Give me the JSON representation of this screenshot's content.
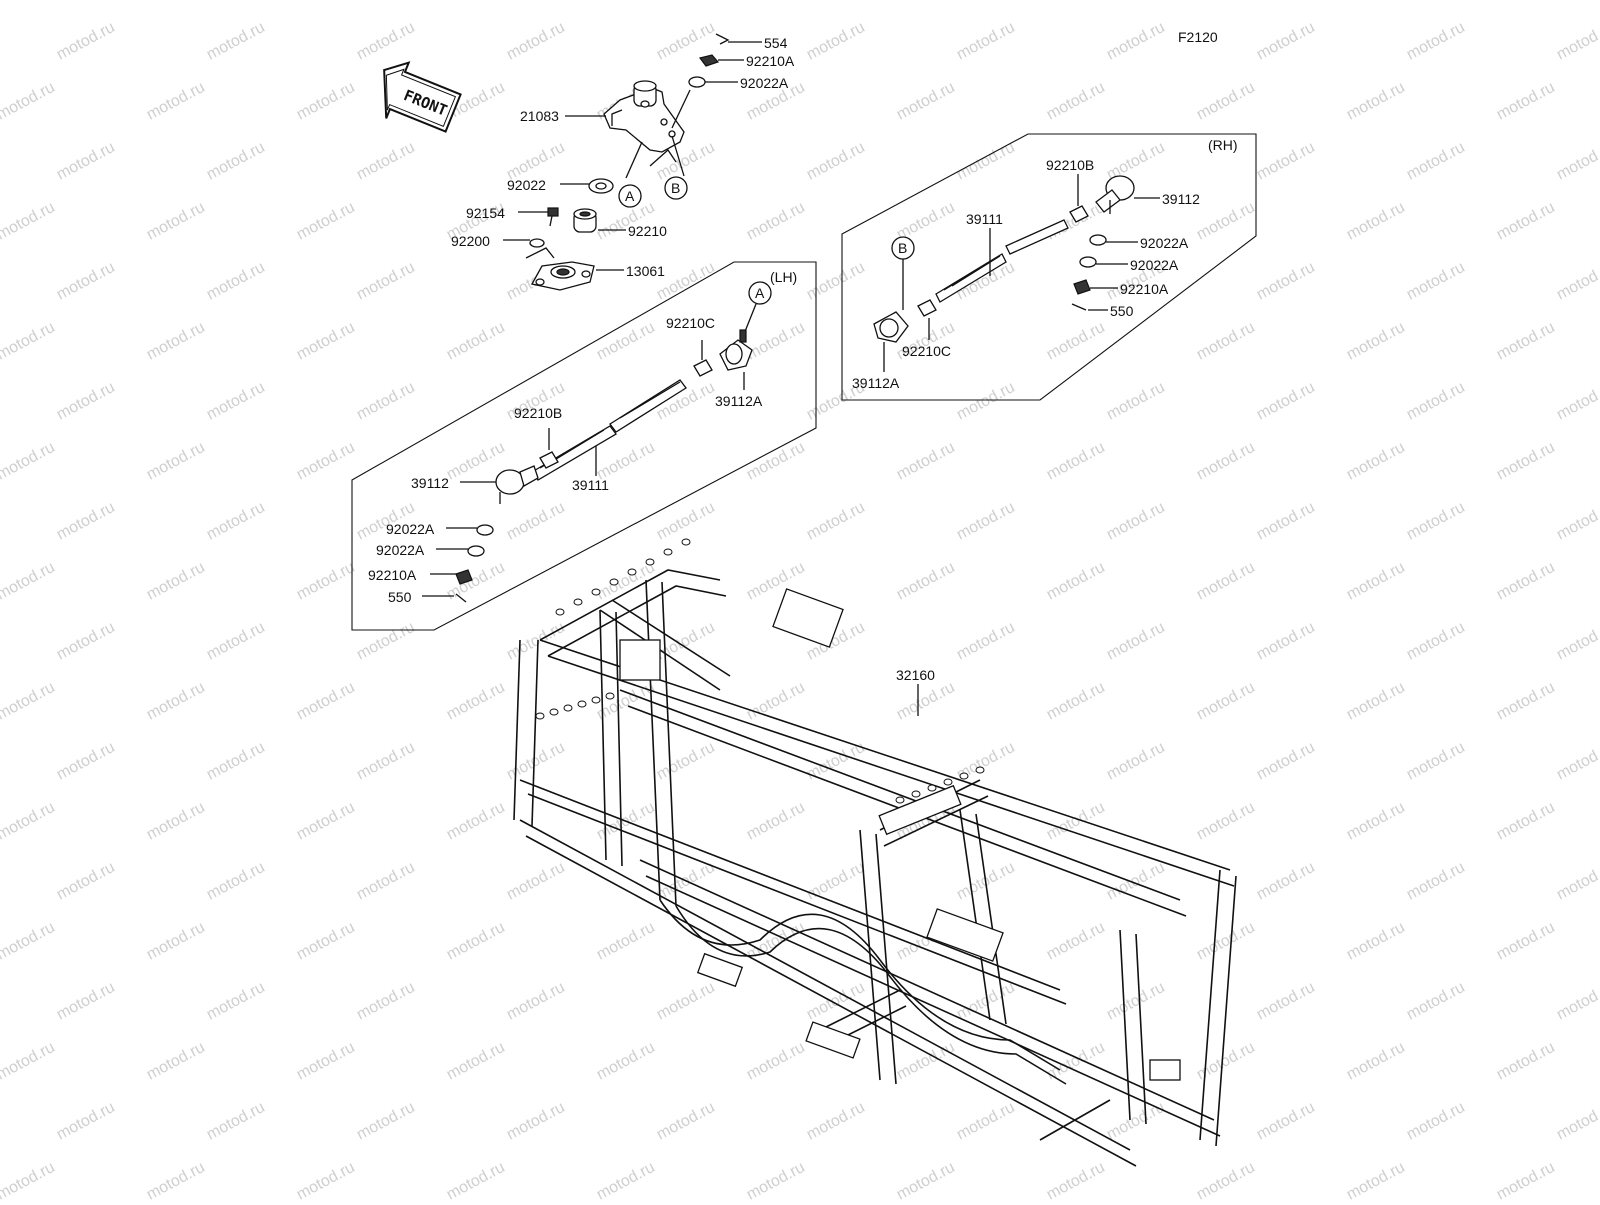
{
  "diagram_id": "F2120",
  "front_label": "FRONT",
  "watermark_text": "motod.ru",
  "panel_lh": "(LH)",
  "panel_rh": "(RH)",
  "ref_a": "A",
  "ref_b": "B",
  "parts": {
    "p554": "554",
    "p92210A_top": "92210A",
    "p92022A_top": "92022A",
    "p21083": "21083",
    "p92022": "92022",
    "p92154": "92154",
    "p92210": "92210",
    "p92200": "92200",
    "p13061": "13061",
    "lh_92210C": "92210C",
    "lh_39112A": "39112A",
    "lh_92210B": "92210B",
    "lh_39111": "39111",
    "lh_39112": "39112",
    "lh_92022A_1": "92022A",
    "lh_92022A_2": "92022A",
    "lh_92210A": "92210A",
    "lh_550": "550",
    "rh_92210B": "92210B",
    "rh_39112": "39112",
    "rh_39111": "39111",
    "rh_92022A_1": "92022A",
    "rh_92022A_2": "92022A",
    "rh_92210A": "92210A",
    "rh_550": "550",
    "rh_92210C": "92210C",
    "rh_39112A": "39112A",
    "p32160": "32160"
  },
  "colors": {
    "line": "#111111",
    "watermark": "#cfcfcf",
    "background": "#ffffff"
  }
}
